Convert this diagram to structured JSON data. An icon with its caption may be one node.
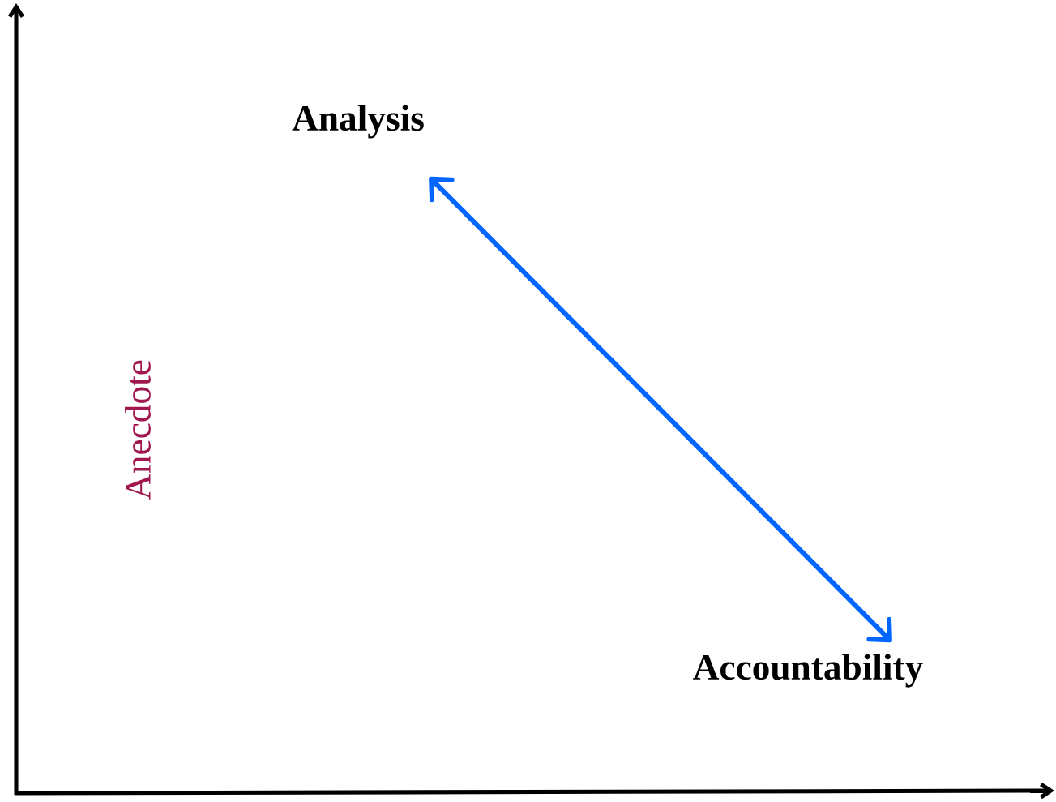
{
  "diagram": {
    "nodes": [
      {
        "text": [
          "Analysis"
        ]
      },
      {
        "text": [
          "Accountability"
        ]
      }
    ],
    "edges": [
      {
        "from": 0,
        "to": 1,
        "arrow": "both",
        "color": "#0066ff"
      }
    ],
    "labels": [
      "Anecdote"
    ]
  }
}
